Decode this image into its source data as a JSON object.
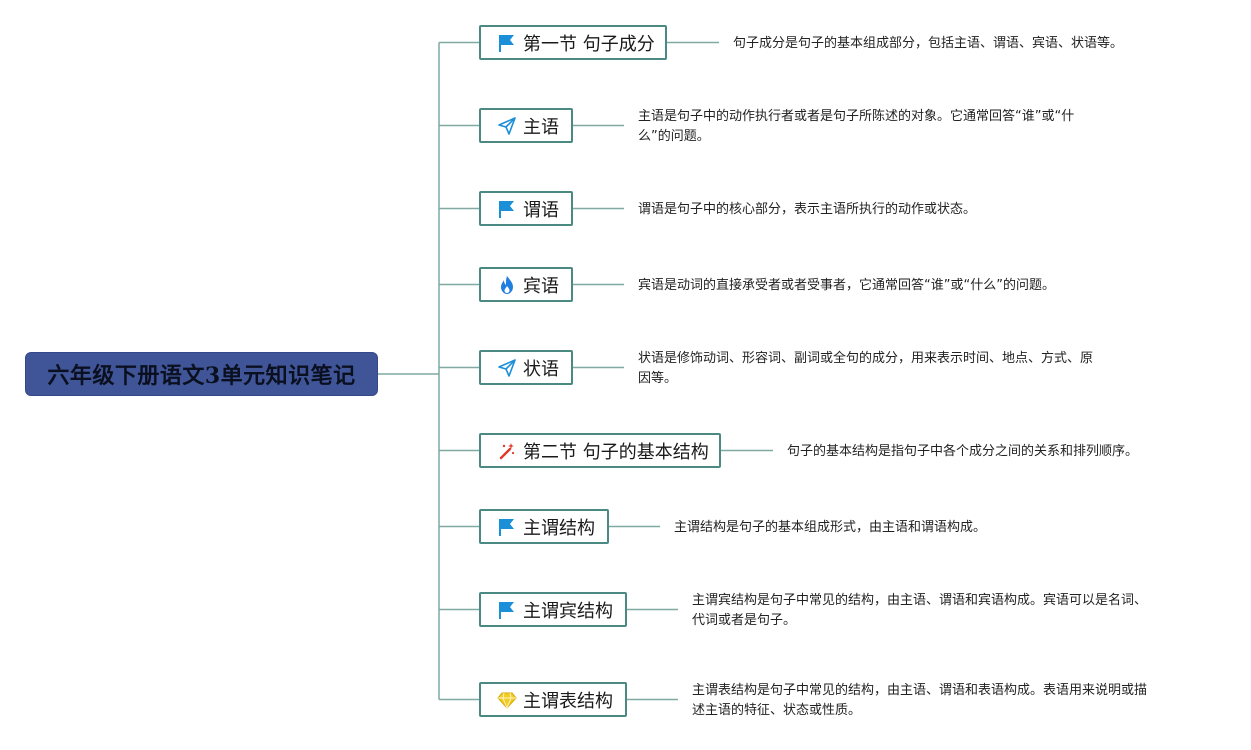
{
  "root": {
    "title": "六年级下册语文3单元知识笔记"
  },
  "colors": {
    "root_fill": "#3f5597",
    "node_border": "#4b8a82",
    "connector": "#7fa9a2",
    "flag_icon": "#1b8fd8",
    "send_icon": "#1b8fd8",
    "fire_icon": "#1f7fe0",
    "wand_icon": "#e0392b",
    "diamond_icon": "#f2cc27"
  },
  "nodes": [
    {
      "icon": "flag-icon",
      "label": "第一节 句子成分",
      "desc": [
        "句子成分是句子的基本组成部分，包括主语、谓语、宾语、状语等。"
      ]
    },
    {
      "icon": "send-icon",
      "label": "主语",
      "desc": [
        "主语是句子中的动作执行者或者是句子所陈述的对象。它通常回答“谁”或“什",
        "么”的问题。"
      ]
    },
    {
      "icon": "flag-icon",
      "label": "谓语",
      "desc": [
        "谓语是句子中的核心部分，表示主语所执行的动作或状态。"
      ]
    },
    {
      "icon": "fire-icon",
      "label": "宾语",
      "desc": [
        "宾语是动词的直接承受者或者受事者，它通常回答“谁”或“什么”的问题。"
      ]
    },
    {
      "icon": "send-icon",
      "label": "状语",
      "desc": [
        "状语是修饰动词、形容词、副词或全句的成分，用来表示时间、地点、方式、原",
        "因等。"
      ]
    },
    {
      "icon": "wand-icon",
      "label": "第二节 句子的基本结构",
      "desc": [
        "句子的基本结构是指句子中各个成分之间的关系和排列顺序。"
      ]
    },
    {
      "icon": "flag-icon",
      "label": "主谓结构",
      "desc": [
        "主谓结构是句子的基本组成形式，由主语和谓语构成。"
      ]
    },
    {
      "icon": "flag-icon",
      "label": "主谓宾结构",
      "desc": [
        "主谓宾结构是句子中常见的结构，由主语、谓语和宾语构成。宾语可以是名词、",
        "代词或者是句子。"
      ]
    },
    {
      "icon": "diamond-icon",
      "label": "主谓表结构",
      "desc": [
        "主谓表结构是句子中常见的结构，由主语、谓语和表语构成。表语用来说明或描",
        "述主语的特征、状态或性质。"
      ]
    }
  ]
}
